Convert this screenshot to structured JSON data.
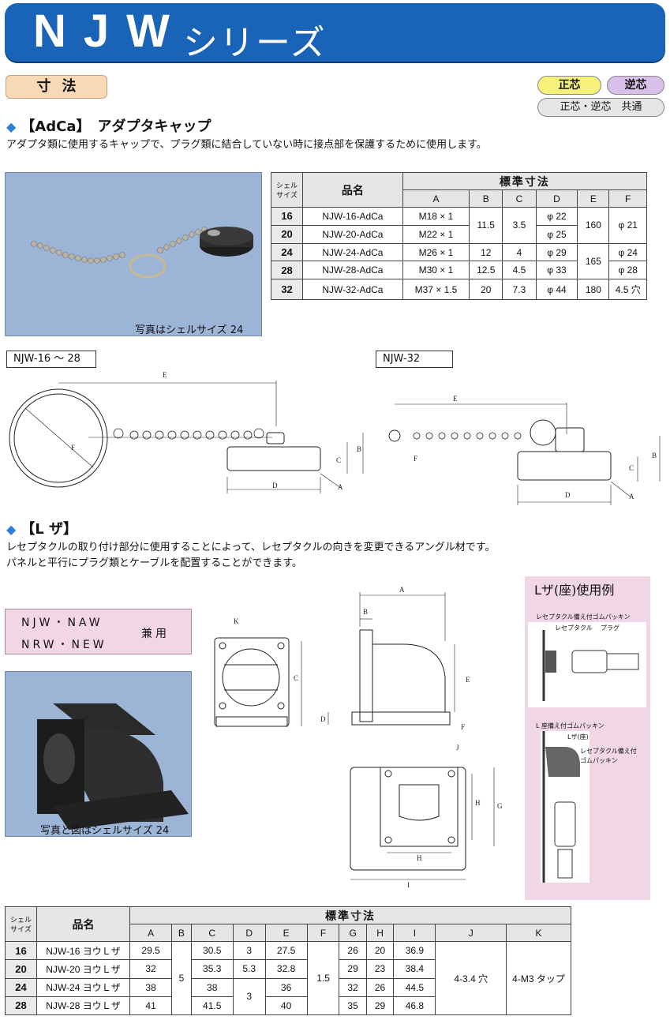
{
  "header": {
    "series_name": "NJW",
    "series_suffix": "シリーズ"
  },
  "dim_label": "寸法",
  "badges": {
    "sei": "正芯",
    "gyaku": "逆芯",
    "common": "正芯・逆芯　共通"
  },
  "adca": {
    "title": "【AdCa】　アダプタキャップ",
    "desc": "アダプタ類に使用するキャップで、プラグ類に結合していない時に接点部を保護するために使用します。",
    "photo_caption": "写真はシェルサイズ 24",
    "table": {
      "h_size": "シェル\nサイズ",
      "h_name": "品名",
      "h_std": "標準寸法",
      "cols": [
        "A",
        "B",
        "C",
        "D",
        "E",
        "F"
      ],
      "sizes": [
        "16",
        "20",
        "24",
        "28",
        "32"
      ],
      "names": [
        "NJW-16-AdCa",
        "NJW-20-AdCa",
        "NJW-24-AdCa",
        "NJW-28-AdCa",
        "NJW-32-AdCa"
      ],
      "A": [
        "M18 × 1",
        "M22 × 1",
        "M26 × 1",
        "M30 × 1",
        "M37 × 1.5"
      ],
      "B": [
        "11.5",
        "12",
        "12.5",
        "20"
      ],
      "C": [
        "3.5",
        "4",
        "4.5",
        "7.3"
      ],
      "D": [
        "φ 22",
        "φ 25",
        "φ 29",
        "φ 33",
        "φ 44"
      ],
      "E": [
        "160",
        "165",
        "180"
      ],
      "F": [
        "φ 21",
        "φ 24",
        "φ 28",
        "4.5 穴"
      ]
    },
    "drawing1_label": "NJW-16 〜 28",
    "drawing2_label": "NJW-32",
    "dim_letters": [
      "E",
      "F",
      "D",
      "C",
      "B",
      "A"
    ]
  },
  "lza": {
    "title": "【L ザ】",
    "desc1": "レセプタクルの取り付け部分に使用することによって、レセプタクルの向きを変更できるアングル材です。",
    "desc2": "パネルと平行にプラグ類とケーブルを配置することができます。",
    "compat_1": "NJW・NAW",
    "compat_2": "NRW・NEW",
    "compat_label": "兼用",
    "photo_caption": "写真と図はシェルサイズ 24",
    "example_title": "Lザ(座)使用例",
    "ex_labels": {
      "a": "レセプタクル備え付ゴムパッキン",
      "b": "レセプタクル",
      "c": "プラグ",
      "d": "L 座備え付ゴムパッキン",
      "e": "Lザ(座)",
      "f": "レセプタクル備え付",
      "g": "ゴムパッキン"
    },
    "dim_letters": [
      "K",
      "A",
      "B",
      "C",
      "D",
      "E",
      "F",
      "G",
      "H",
      "I",
      "J"
    ],
    "table": {
      "h_size": "シェル\nサイズ",
      "h_name": "品名",
      "h_std": "標準寸法",
      "cols": [
        "A",
        "B",
        "C",
        "D",
        "E",
        "F",
        "G",
        "H",
        "I",
        "J",
        "K"
      ],
      "sizes": [
        "16",
        "20",
        "24",
        "28"
      ],
      "names": [
        "NJW-16 ヨウＬザ",
        "NJW-20 ヨウＬザ",
        "NJW-24 ヨウＬザ",
        "NJW-28 ヨウＬザ"
      ],
      "A": [
        "29.5",
        "32",
        "38",
        "41"
      ],
      "B": "5",
      "C": [
        "30.5",
        "35.3",
        "38",
        "41.5"
      ],
      "D": [
        "3",
        "5.3",
        "3"
      ],
      "E": [
        "27.5",
        "32.8",
        "36",
        "40"
      ],
      "F": "1.5",
      "G": [
        "26",
        "29",
        "32",
        "35"
      ],
      "H": [
        "20",
        "23",
        "26",
        "29"
      ],
      "I": [
        "36.9",
        "38.4",
        "44.5",
        "46.8"
      ],
      "J": "4-3.4 穴",
      "K": "4-M3 タップ"
    }
  }
}
